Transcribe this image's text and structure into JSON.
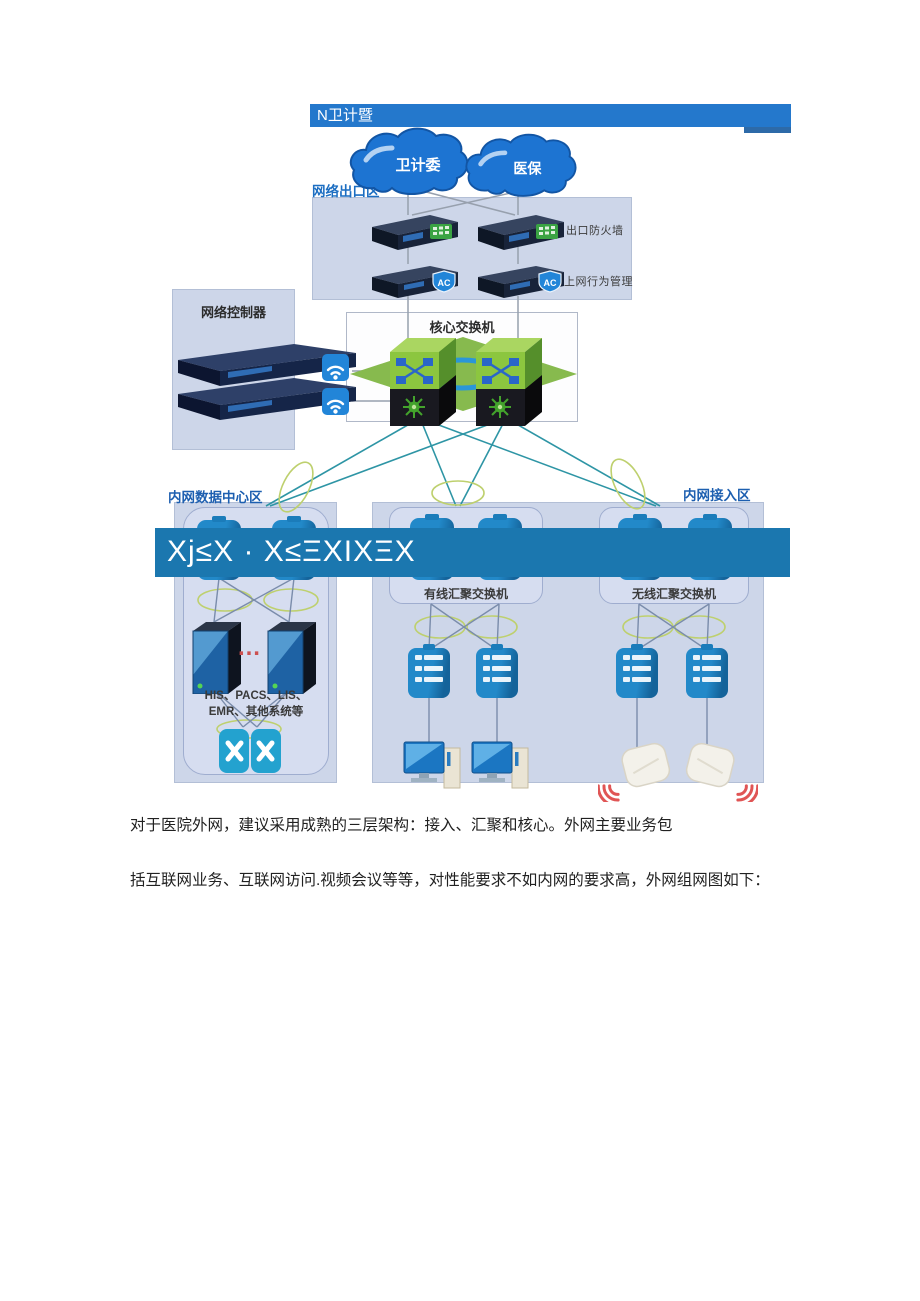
{
  "header_bar": {
    "title": "N卫计暨"
  },
  "clouds": [
    {
      "label": "卫计委"
    },
    {
      "label": "医保"
    }
  ],
  "exit_zone": {
    "label": "网络出口区",
    "firewall_label": "出口防火墙",
    "behavior_label": "上网行为管理",
    "ac_badge": "AC"
  },
  "controller": {
    "label": "网络控制器"
  },
  "core": {
    "label": "核心交换机"
  },
  "datacenter_zone": {
    "label": "内网数据中心区",
    "systems_line1": "HIS、PACS、LIS、",
    "systems_line2": "EMR、其他系统等",
    "ellipsis": "…"
  },
  "access_zone": {
    "label": "内网接入区",
    "wired_label": "有线汇聚交换机",
    "wireless_label": "无线汇聚交换机"
  },
  "banner": {
    "text": "Xj≤X · X≤ΞXIXΞX"
  },
  "paragraphs": [
    "对于医院外网，建议采用成熟的三层架构：接入、汇聚和核心。外网主要业务包",
    "括互联网业务、互联网访问.视频会议等等，对性能要求不如内网的要求高，外网组网图如下："
  ],
  "colors": {
    "header_bar_blue": "#2478cc",
    "banner_blue": "#1b77af",
    "zone_box_fill": "#cdd6e9",
    "inner_box_fill": "#d6ddf0",
    "device_blue": "#1b7cba",
    "cloud_blue": "#1d74d2",
    "core_green": "#8cc63f",
    "link_teal": "#2e95a5",
    "loop_green": "#bed06e",
    "wifi_wave_red": "#e05555",
    "zone_label_blue": "#1d5fb0"
  }
}
